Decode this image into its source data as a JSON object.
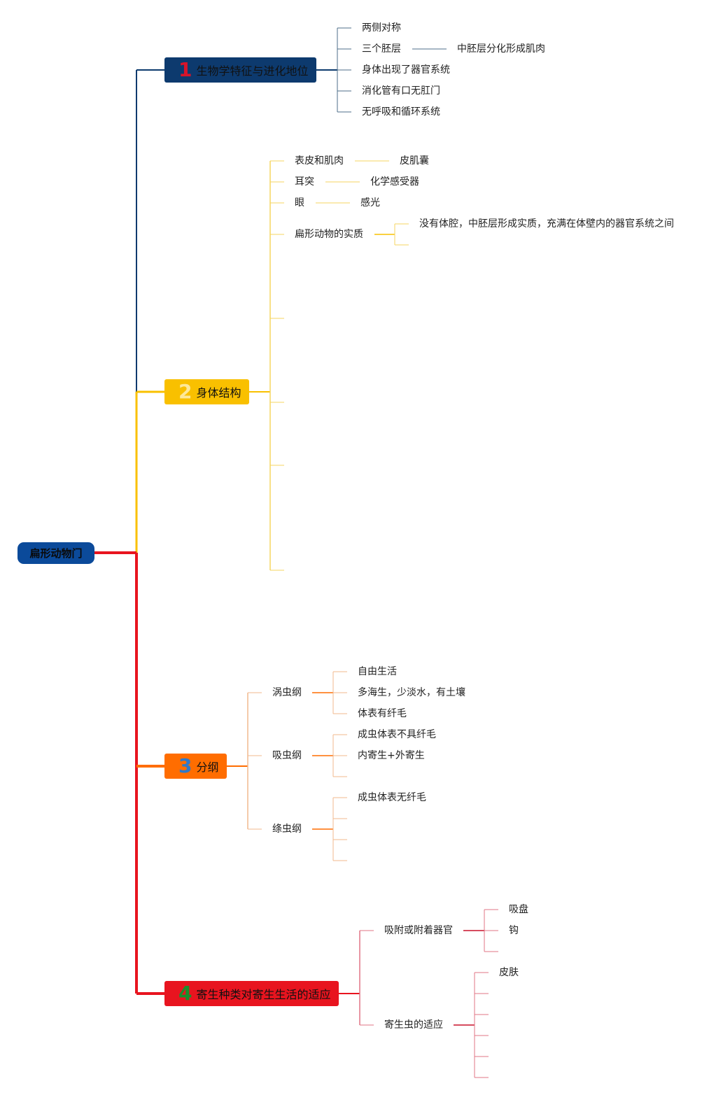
{
  "root": {
    "label": "扁形动物门"
  },
  "colors": {
    "root": "#0b4a9a",
    "branch1": "#0d3a6e",
    "branch1_num": "#d8142a",
    "branch1_line": "#4e6d89",
    "branch2": "#f9c000",
    "branch2_num": "#fde89a",
    "branch2_line": "#f6d561",
    "branch3": "#ff6d00",
    "branch3_num": "#2f79c8",
    "branch3_line": "#f2b98e",
    "branch4": "#e8141f",
    "branch4_num": "#1a8f2c",
    "branch4_line": "#e07586"
  },
  "branches": [
    {
      "num": "1",
      "label": "生物学特征与进化地位",
      "children": [
        "两侧对称",
        "三个胚层",
        "中胚层分化形成肌肉",
        "身体出现了器官系统",
        "消化管有口无肛门",
        "无呼吸和循环系统"
      ]
    },
    {
      "num": "2",
      "label": "身体结构",
      "children": [
        "表皮和肌肉",
        "皮肌囊",
        "耳突",
        "化学感受器",
        "眼",
        "感光",
        "扁形动物的实质",
        "没有体腔，中胚层形成实质，充满在体壁内的器官系统之间"
      ]
    },
    {
      "num": "3",
      "label": "分纲",
      "children": [
        "涡虫纲",
        "自由生活",
        "多海生，少淡水，有土壤",
        "体表有纤毛",
        "吸虫纲",
        "成虫体表不具纤毛",
        "内寄生+外寄生",
        "绦虫纲",
        "成虫体表无纤毛"
      ]
    },
    {
      "num": "4",
      "label": "寄生种类对寄生生活的适应",
      "children": [
        "吸附或附着器官",
        "吸盘",
        "钩",
        "寄生虫的适应",
        "皮肤"
      ]
    }
  ]
}
